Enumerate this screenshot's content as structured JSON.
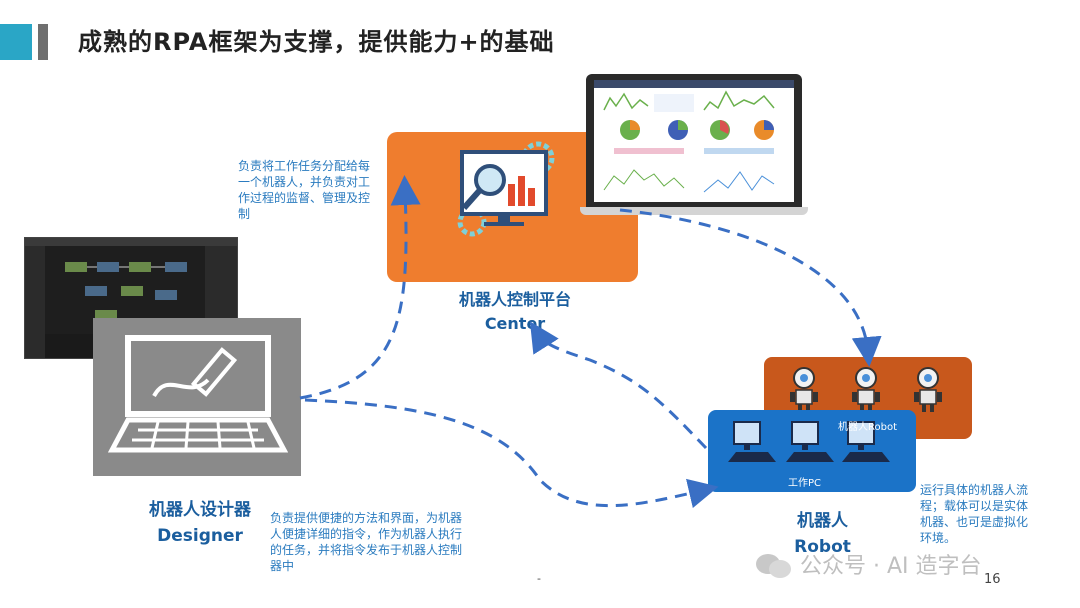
{
  "header": {
    "title": "成熟的RPA框架为支撑，提供能力+的基础"
  },
  "center": {
    "label_cn": "机器人控制平台",
    "label_en": "Center",
    "desc": "负责将工作任务分配给每一个机器人，并负责对工作过程的监督、管理及控制"
  },
  "designer": {
    "label_cn": "机器人设计器",
    "label_en": "Designer",
    "desc": "负责提供便捷的方法和界面，为机器人便捷详细的指令，作为机器人执行的任务，并将指令发布于机器人控制器中"
  },
  "robot": {
    "label_cn": "机器人",
    "label_en": "Robot",
    "desc": "运行具体的机器人流程；载体可以是实体机器、也可是虚拟化环境。",
    "pc_label": "工作PC",
    "robot_label": "机器人Robot"
  },
  "footer": {
    "page_number": "16",
    "dash": "-",
    "watermark": "公众号 · AI 造字台"
  },
  "colors": {
    "accent_teal": "#2aa6c6",
    "orange": "#ef7d2e",
    "dark_orange": "#c8581c",
    "blue": "#1b73c8",
    "label_blue": "#1b5e9e",
    "desc_blue": "#2a7bbf",
    "arrow_blue": "#3a6fc4"
  }
}
